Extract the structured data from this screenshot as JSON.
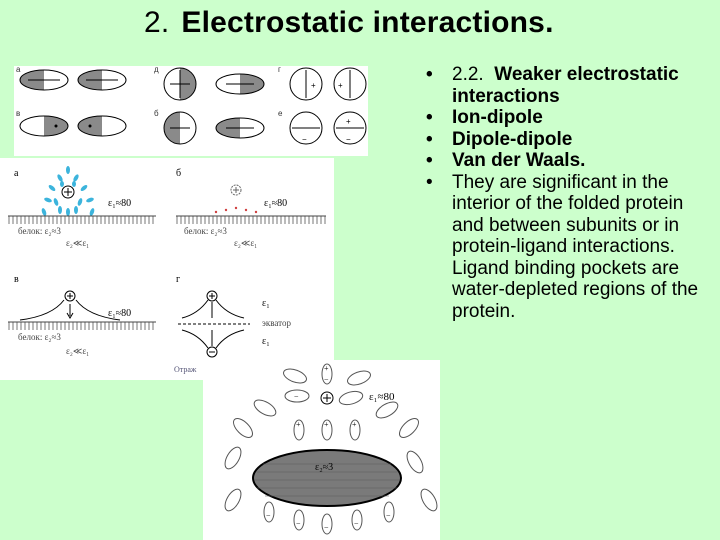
{
  "title": {
    "number": "2.",
    "text": "Electrostatic interactions."
  },
  "bullets": [
    {
      "lead": "2.2.",
      "text": "Weaker electrostatic interactions",
      "bold": true
    },
    {
      "text": "Ion-dipole",
      "bold": true
    },
    {
      "text": "Dipole-dipole",
      "bold": true
    },
    {
      "text": "Van der Waals.",
      "bold": true
    },
    {
      "text": "They are significant in the interior of the folded protein and between subunits or in protein-ligand interactions. Ligand binding pockets are water-depleted regions of the protein.",
      "bold": false
    }
  ],
  "figure_top": {
    "panel_letters": [
      "a",
      "в",
      "д",
      "б",
      "г",
      "е"
    ],
    "plus": "+",
    "minus": "−"
  },
  "figure_mid": {
    "panel_letters": [
      "а",
      "б",
      "в",
      "г"
    ],
    "eps_water": "ε₁≈80",
    "eps1": "ε₁",
    "protein_label": "белок: ε₂≈3",
    "eps_rel": "ε₂≪ε₁",
    "equator_label": "экватор",
    "caption_fragment": "Отраж"
  },
  "figure_bot": {
    "eps_water": "ε₁≈80",
    "eps_protein": "ε₂≈3"
  },
  "colors": {
    "background": "#ccffcc",
    "water_dipole": "#3cb4dc",
    "gray_fill": "#8a8a8a",
    "ellipse_fill": "#7a7a7a"
  }
}
